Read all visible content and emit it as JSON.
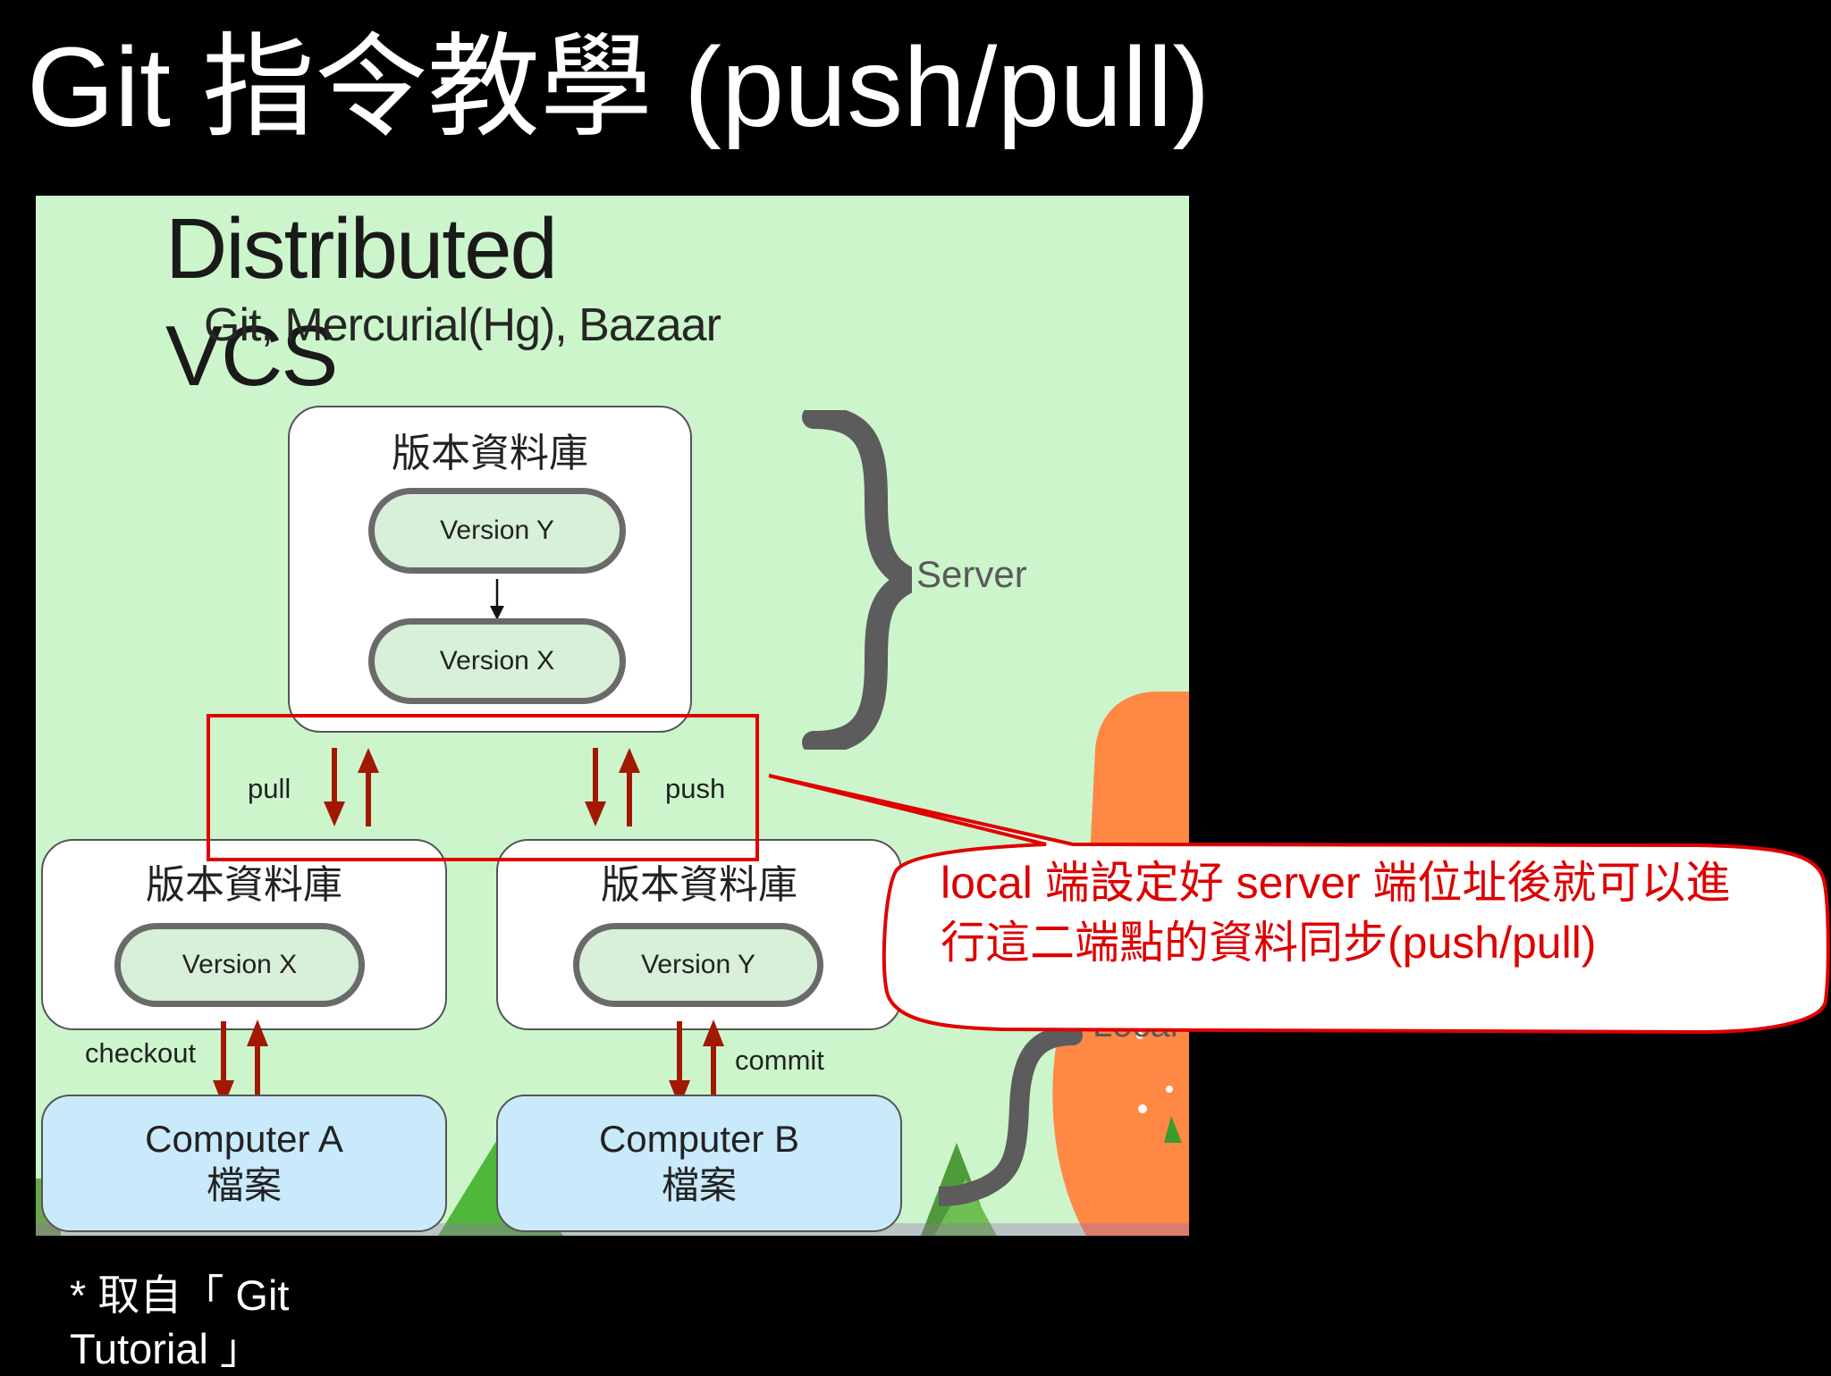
{
  "slide": {
    "title": "Git 指令教學 (push/pull)",
    "footnote": "* 取自「 Git Tutorial 」"
  },
  "diagram": {
    "title": "Distributed VCS",
    "subtitle": "Git, Mercurial(Hg), Bazaar",
    "server_label": "Server",
    "local_label": "Local",
    "server_repo": {
      "label": "版本資料庫",
      "versions": [
        "Version Y",
        "Version X"
      ]
    },
    "pull_label": "pull",
    "push_label": "push",
    "local_repo_a": {
      "label": "版本資料庫",
      "version": "Version X"
    },
    "local_repo_b": {
      "label": "版本資料庫",
      "version": "Version Y"
    },
    "checkout_label": "checkout",
    "commit_label": "commit",
    "computer_a": {
      "name": "Computer A",
      "files": "檔案"
    },
    "computer_b": {
      "name": "Computer B",
      "files": "檔案"
    }
  },
  "callout": {
    "text": "local 端設定好 server 端位址後就可以進行這二端點的資料同步(push/pull)"
  },
  "colors": {
    "background": "#000000",
    "diagram_bg": "#ccf5cc",
    "arrow": "#a31800",
    "highlight": "#e00000",
    "computer_box": "#c9eafb"
  }
}
